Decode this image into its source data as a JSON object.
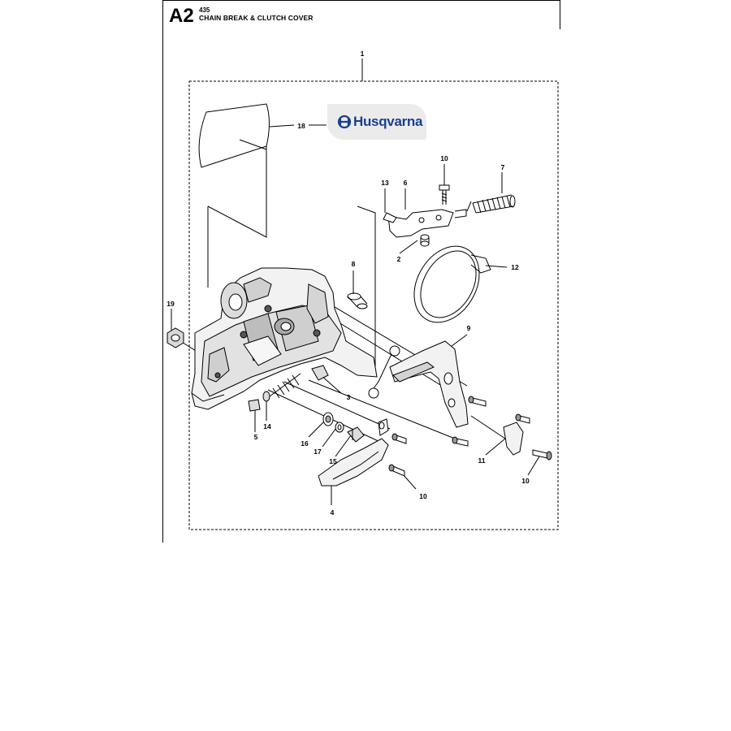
{
  "header": {
    "section_code": "A2",
    "model": "435",
    "title": "CHAIN BREAK & CLUTCH COVER"
  },
  "brand": {
    "name": "Husqvarna",
    "color": "#1b3f8f"
  },
  "callouts": [
    {
      "id": "c1",
      "label": "1"
    },
    {
      "id": "c18",
      "label": "18"
    },
    {
      "id": "c10a",
      "label": "10"
    },
    {
      "id": "c13",
      "label": "13"
    },
    {
      "id": "c6",
      "label": "6"
    },
    {
      "id": "c7",
      "label": "7"
    },
    {
      "id": "c2",
      "label": "2"
    },
    {
      "id": "c12",
      "label": "12"
    },
    {
      "id": "c8",
      "label": "8"
    },
    {
      "id": "c19",
      "label": "19"
    },
    {
      "id": "c9",
      "label": "9"
    },
    {
      "id": "c3",
      "label": "3"
    },
    {
      "id": "c14",
      "label": "14"
    },
    {
      "id": "c5",
      "label": "5"
    },
    {
      "id": "c16",
      "label": "16"
    },
    {
      "id": "c17",
      "label": "17"
    },
    {
      "id": "c15",
      "label": "15"
    },
    {
      "id": "c11",
      "label": "11"
    },
    {
      "id": "c10b",
      "label": "10"
    },
    {
      "id": "c10c",
      "label": "10"
    },
    {
      "id": "c4",
      "label": "4"
    }
  ]
}
